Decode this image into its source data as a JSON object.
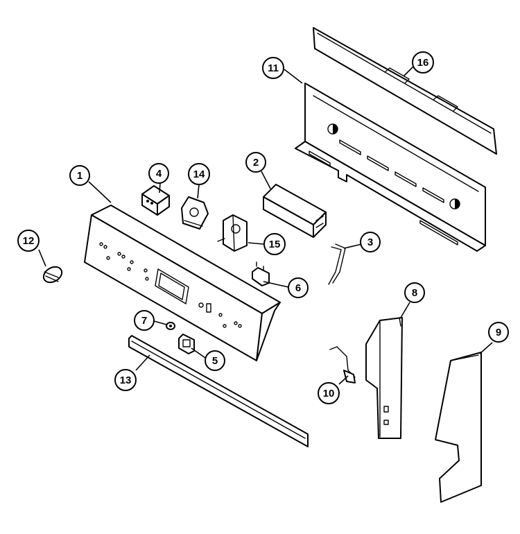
{
  "callouts": [
    {
      "id": "1",
      "label": "1"
    },
    {
      "id": "2",
      "label": "2"
    },
    {
      "id": "3",
      "label": "3"
    },
    {
      "id": "4",
      "label": "4"
    },
    {
      "id": "5",
      "label": "5"
    },
    {
      "id": "6",
      "label": "6"
    },
    {
      "id": "7",
      "label": "7"
    },
    {
      "id": "8",
      "label": "8"
    },
    {
      "id": "9",
      "label": "9"
    },
    {
      "id": "10",
      "label": "10"
    },
    {
      "id": "11",
      "label": "11"
    },
    {
      "id": "12",
      "label": "12"
    },
    {
      "id": "13",
      "label": "13"
    },
    {
      "id": "14",
      "label": "14"
    },
    {
      "id": "15",
      "label": "15"
    },
    {
      "id": "16",
      "label": "16"
    }
  ],
  "colors": {
    "line": "#000000",
    "background": "#ffffff"
  }
}
